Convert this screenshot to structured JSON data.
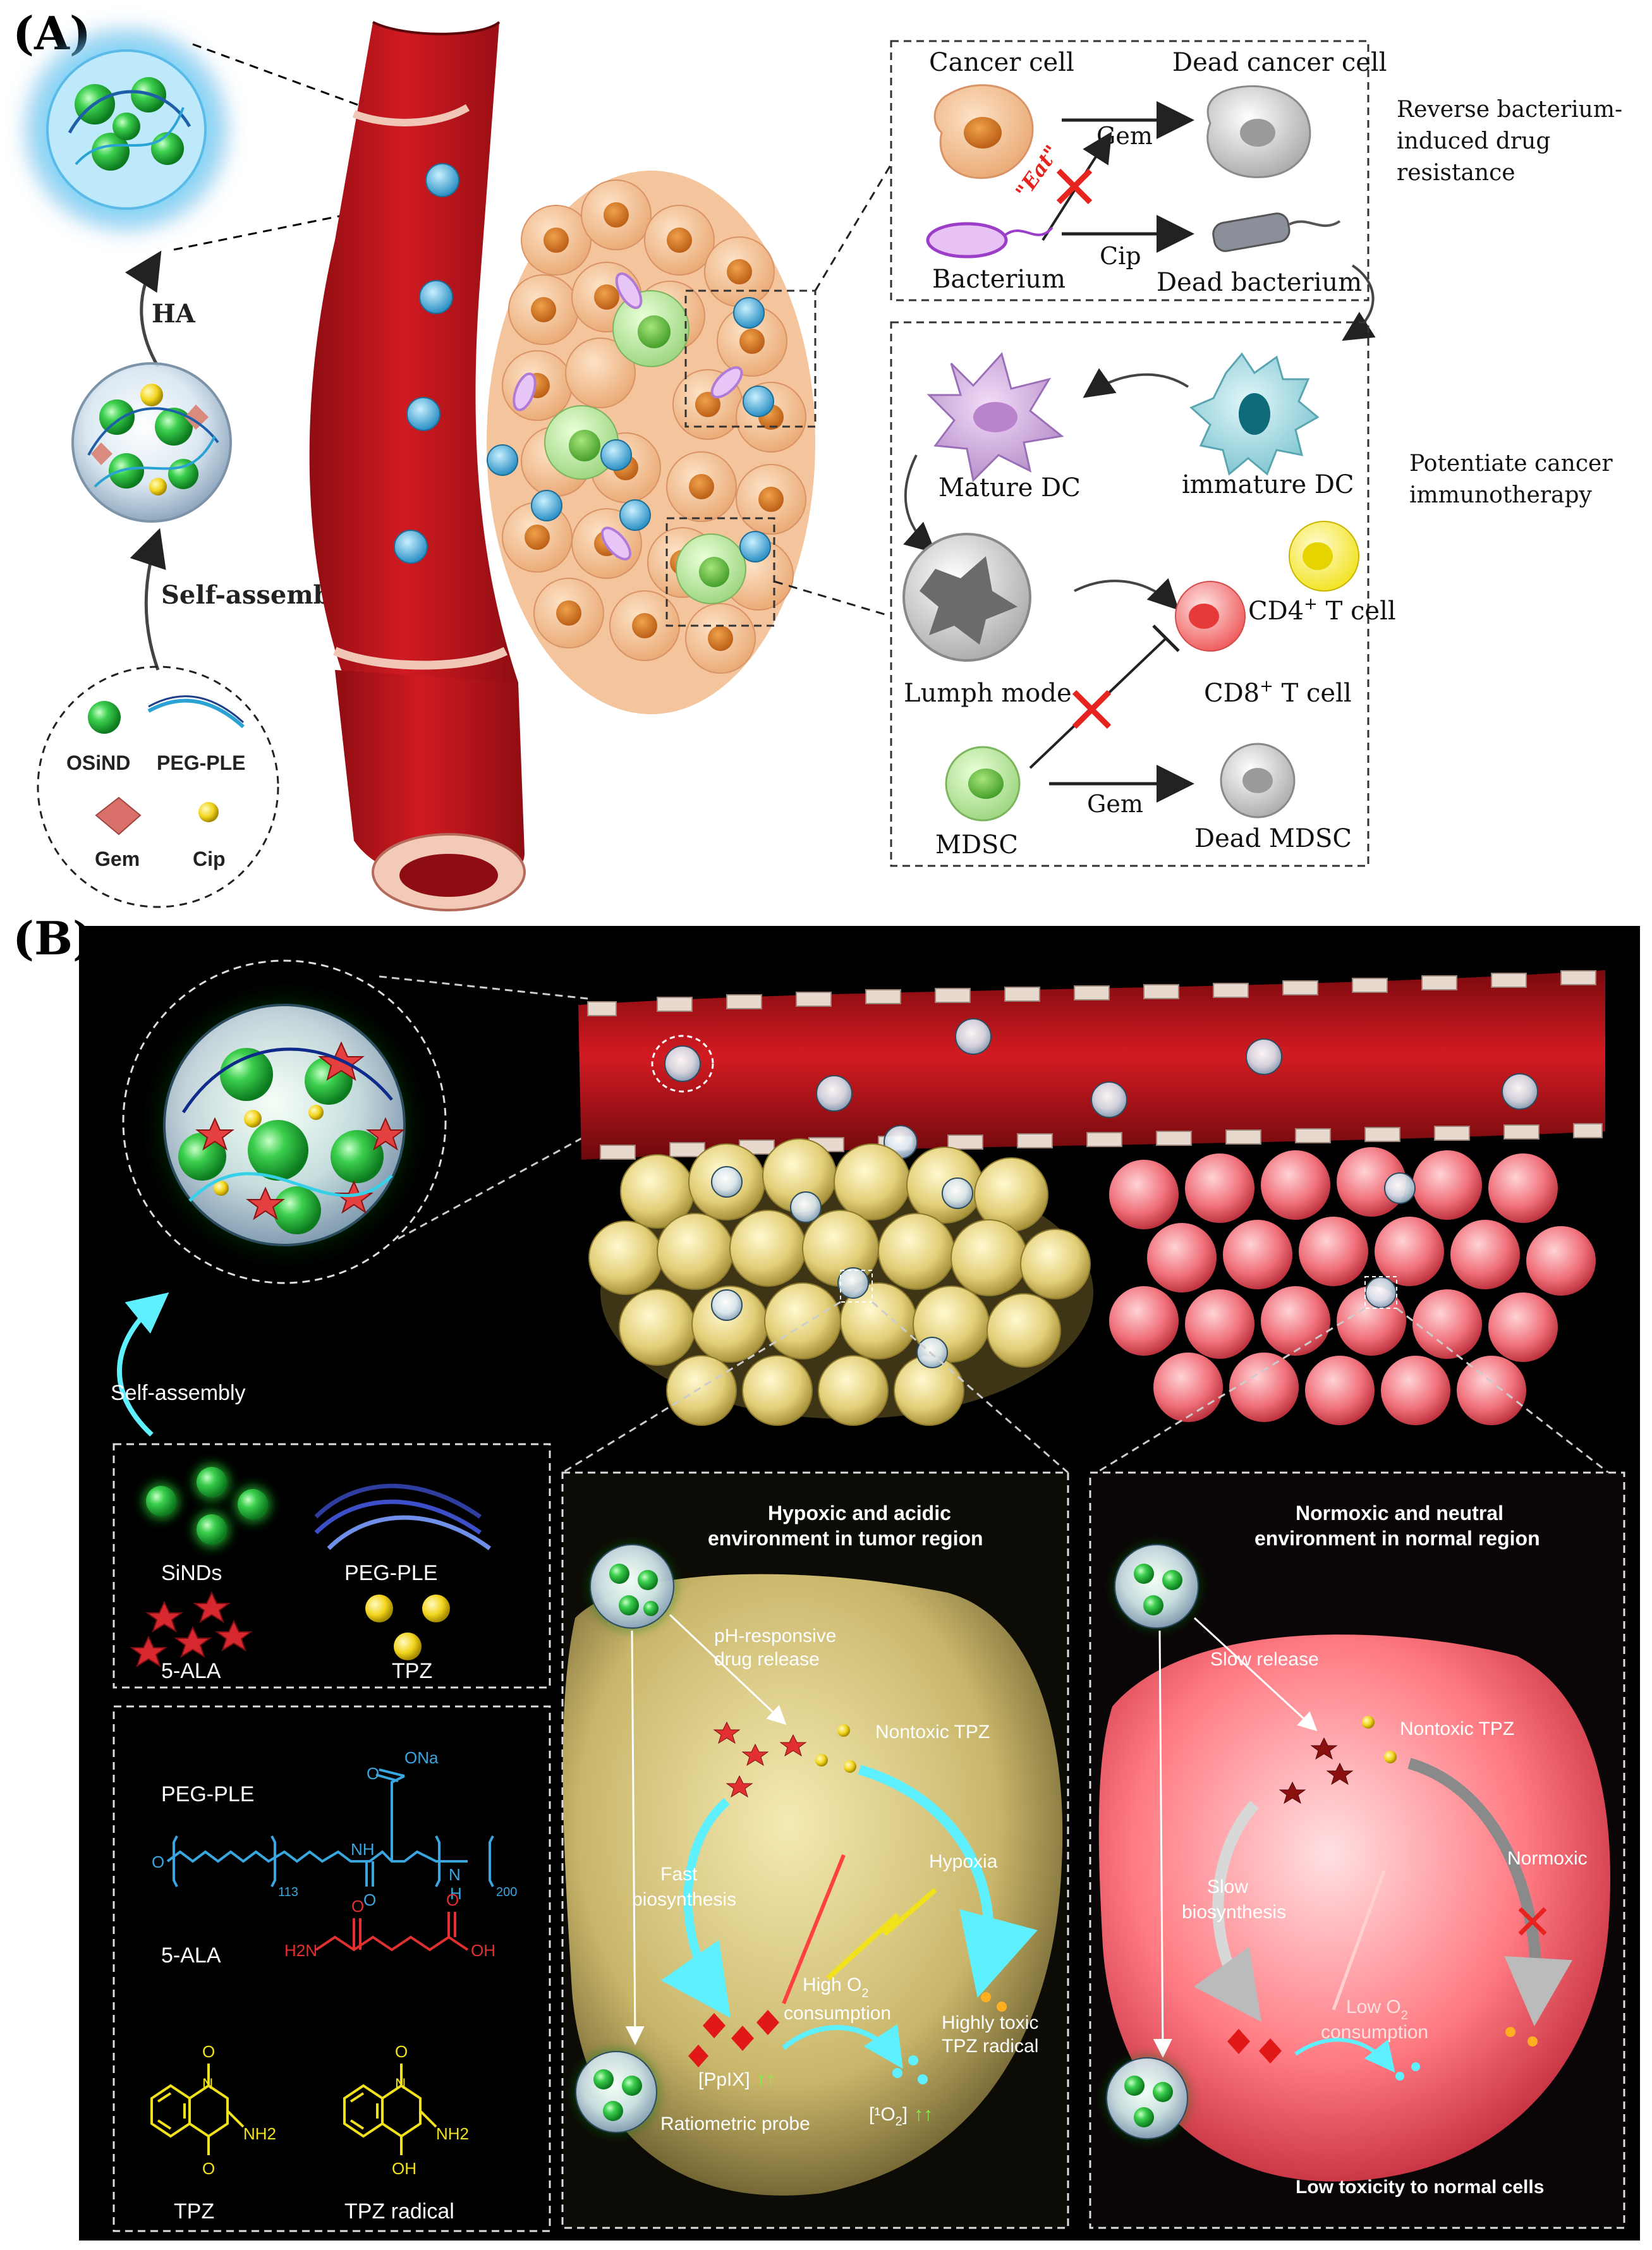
{
  "panel_a": {
    "label": "(A)",
    "left": {
      "arrow_top": "HA",
      "arrow_bottom": "Self-assembly",
      "legend": {
        "osind": "OSiND",
        "pegple": "PEG-PLE",
        "gem": "Gem",
        "cip": "Cip"
      }
    },
    "box1": {
      "cancer_cell": "Cancer cell",
      "dead_cancer_cell": "Dead cancer cell",
      "gem": "Gem",
      "eat": "\"Eat\"",
      "bacterium": "Bacterium",
      "cip": "Cip",
      "dead_bacterium": "Dead bacterium"
    },
    "box2": {
      "mature_dc": "Mature DC",
      "immature_dc": "immature DC",
      "lymph_node": "Lumph mode",
      "cd4": "CD4",
      "cd4_sup": "+",
      "cd4_suffix": " T cell",
      "cd8": "CD8",
      "cd8_sup": "+",
      "cd8_suffix": " T cell",
      "mdsc": "MDSC",
      "gem": "Gem",
      "dead_mdsc": "Dead MDSC"
    },
    "side_notes": {
      "note1_lines": [
        "Reverse bacterium-",
        "induced drug",
        "resistance"
      ],
      "note2_lines": [
        "Potentiate cancer",
        "immunotherapy"
      ]
    }
  },
  "panel_b": {
    "label": "(B)",
    "self_assembly": "Self-assembly",
    "components": {
      "sinds": "SiNDs",
      "pegple": "PEG-PLE",
      "ala": "5-ALA",
      "tpz": "TPZ"
    },
    "structures": {
      "pegple": "PEG-PLE",
      "ona": "ONa",
      "o": "O",
      "nh": "NH",
      "n_h": "N",
      "h": "H",
      "sub113": "113",
      "sub200": "200",
      "ala": "5-ALA",
      "h2n": "H2N",
      "oh": "OH",
      "tpz": "TPZ",
      "tpz_radical": "TPZ radical",
      "nh2": "NH2",
      "n": "N",
      "o_minus": "O",
      "n_plus": "N"
    },
    "tumor": {
      "title_lines": [
        "Hypoxic and acidic",
        "environment in tumor region"
      ],
      "ph_release_lines": [
        "pH-responsive",
        "drug release"
      ],
      "nontoxic_tpz": "Nontoxic TPZ",
      "hypoxia": "Hypoxia",
      "fast_lines": [
        "Fast",
        "biosynthesis"
      ],
      "high_o2_lines": [
        "High O",
        "consumption"
      ],
      "o2_sub": "2",
      "highly_toxic_lines": [
        "Highly toxic",
        "TPZ radical"
      ],
      "pplx": "[PpIX]",
      "arrows_up": "↑↑",
      "singlet_o2": "[¹O",
      "singlet_o2_end": "]",
      "ratiometric": "Ratiometric probe"
    },
    "normal": {
      "title_lines": [
        "Normoxic and neutral",
        "environment in normal region"
      ],
      "slow_release": "Slow release",
      "nontoxic_tpz": "Nontoxic TPZ",
      "normoxic": "Normoxic",
      "slow_lines": [
        "Slow",
        "biosynthesis"
      ],
      "low_o2_lines": [
        "Low O",
        "consumption"
      ],
      "o2_sub": "2",
      "low_toxicity": "Low toxicity to normal cells"
    }
  },
  "colors": {
    "vessel_red": "#c8161d",
    "vessel_dark": "#8e0d12",
    "cancer_orange": "#f2b98a",
    "nucleus_orange": "#d9782f",
    "particle_blue": "#4bb3d9",
    "sind_green": "#3ccf4e",
    "cyan_glow": "#5ef0ff",
    "cross_red": "#e6231e",
    "panel_b_bg": "#000000",
    "tumor_yellow": "#e8dc8a",
    "normal_pink": "#ff6f77",
    "tpz_yellow": "#f2e21c",
    "ala_red": "#e23030",
    "peg_blue": "#3aa6e0"
  }
}
